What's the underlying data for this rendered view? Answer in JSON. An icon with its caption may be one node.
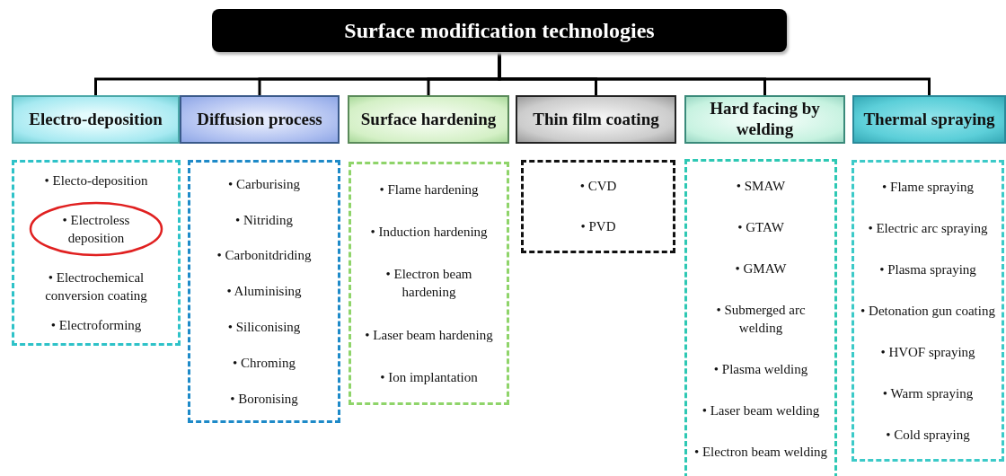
{
  "diagram": {
    "nodes": [
      {
        "text": [
          "Surface modification technologies"
        ]
      },
      {
        "text": [
          "Electro-deposition"
        ]
      },
      {
        "text": [
          "Diffusion process"
        ]
      },
      {
        "text": [
          "Surface hardening"
        ]
      },
      {
        "text": [
          "Thin film coating"
        ]
      },
      {
        "text": [
          "Hard facing by welding"
        ]
      },
      {
        "text": [
          "Thermal spraying"
        ]
      },
      {
        "text": [
          "• Electo-deposition",
          "• Electrochemical conversion coating",
          "• Electroforming"
        ]
      },
      {
        "text": [
          "• Electroless deposition"
        ],
        "in": 7
      },
      {
        "text": [
          "• Carburising",
          "• Nitriding",
          "• Carbonitdriding",
          "• Aluminising",
          "• Siliconising",
          "• Chroming",
          "• Boronising"
        ]
      },
      {
        "text": [
          "• Flame hardening",
          "• Induction hardening",
          "• Electron beam hardening",
          "• Laser beam hardening",
          "• Ion implantation"
        ]
      },
      {
        "text": [
          "• CVD",
          "• PVD"
        ]
      },
      {
        "text": [
          "• SMAW",
          "• GTAW",
          "• GMAW",
          "• Submerged arc welding",
          "• Plasma welding",
          "• Laser beam welding",
          "• Electron beam welding"
        ]
      },
      {
        "text": [
          "• Flame spraying",
          "• Electric arc spraying",
          "• Plasma spraying",
          "• Detonation gun coating",
          "• HVOF spraying",
          "• Warm spraying",
          "• Cold spraying"
        ]
      }
    ],
    "edges": [
      {
        "from": 0,
        "to": 1,
        "arrow": "none"
      },
      {
        "from": 0,
        "to": 2,
        "arrow": "none"
      },
      {
        "from": 0,
        "to": 3,
        "arrow": "none"
      },
      {
        "from": 0,
        "to": 4,
        "arrow": "none"
      },
      {
        "from": 0,
        "to": 5,
        "arrow": "none"
      },
      {
        "from": 0,
        "to": 6,
        "arrow": "none"
      }
    ]
  }
}
